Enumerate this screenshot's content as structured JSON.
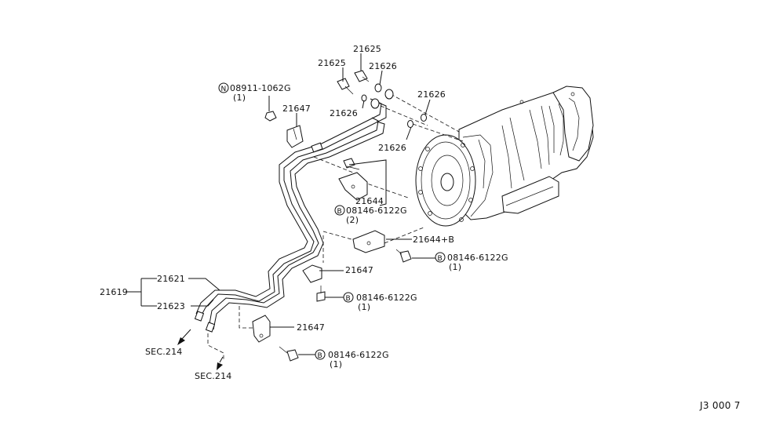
{
  "labels": {
    "p21625_top": "21625",
    "p21625_left": "21625",
    "p21626_top": "21626",
    "p21626_mid": "21626",
    "p21626_right": "21626",
    "p21626_bottom": "21626",
    "nut_code": "08911-1062G",
    "nut_qty": "(1)",
    "nut_prefix": "N",
    "p21647_top": "21647",
    "p21644": "21644",
    "bolt1_code": "08146-6122G",
    "bolt1_qty": "(2)",
    "p21644b": "21644+B",
    "bolt2_code": "08146-6122G",
    "bolt2_qty": "(1)",
    "p21647_mid": "21647",
    "bolt3_code": "08146-6122G",
    "bolt3_qty": "(1)",
    "p21619": "21619",
    "p21621": "21621",
    "p21623": "21623",
    "p21647_low": "21647",
    "bolt4_code": "08146-6122G",
    "bolt4_qty": "(1)",
    "sec1": "SEC.214",
    "sec2": "SEC.214",
    "bolt_prefix": "B",
    "diagram_code": "J3 000 7"
  }
}
